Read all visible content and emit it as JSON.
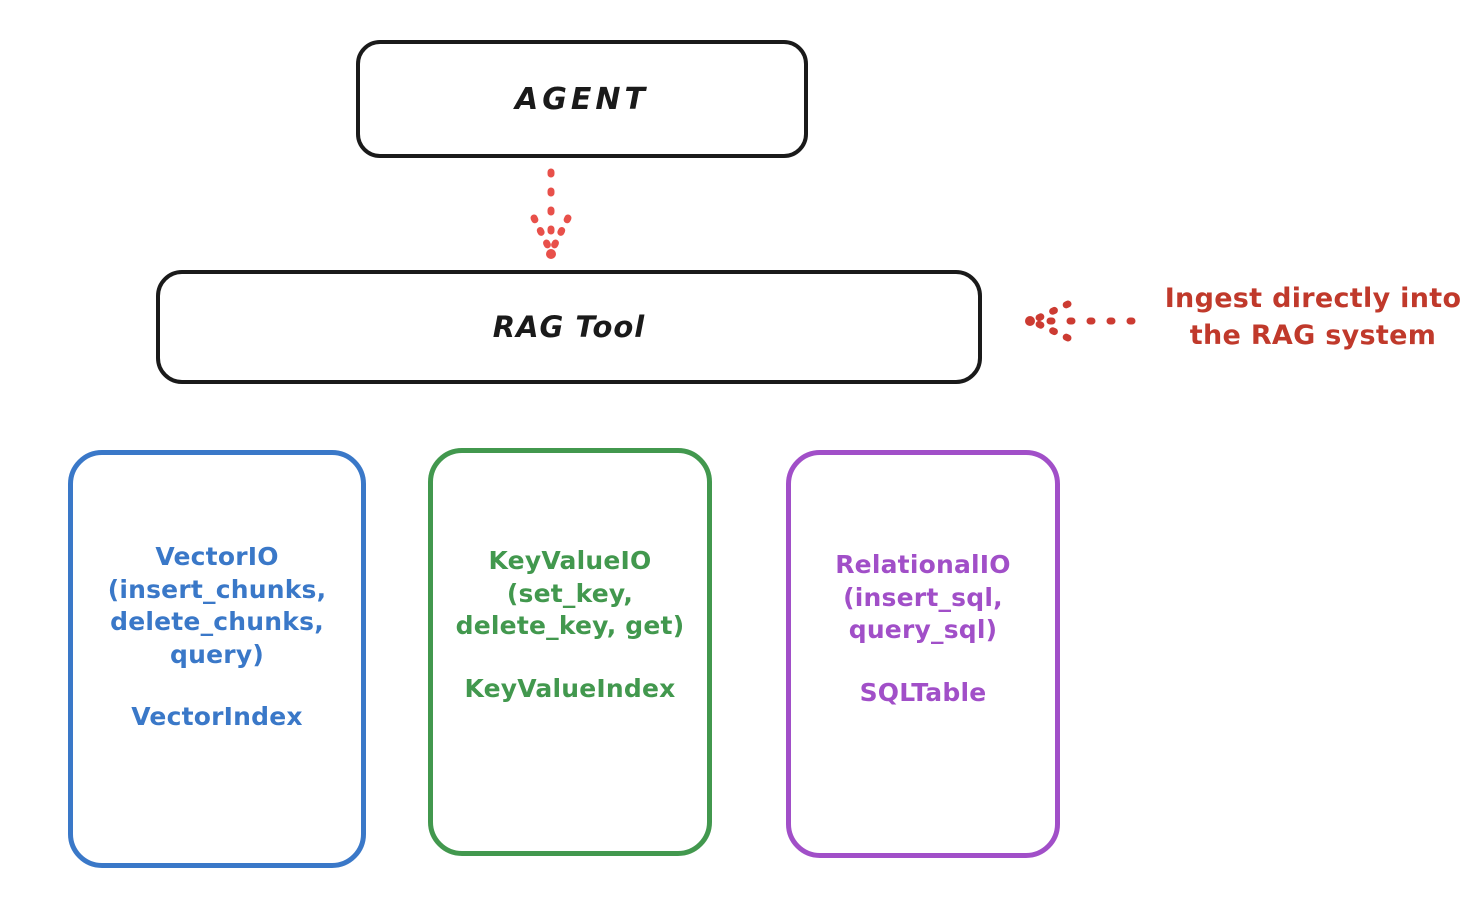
{
  "diagram": {
    "title": "RAG Tool architecture diagram",
    "background_color": "#ffffff",
    "nodes": {
      "agent": {
        "label": "AGENT",
        "stroke_color": "#1a1a1a",
        "text_color": "#1a1a1a"
      },
      "rag_tool": {
        "label": "RAG Tool",
        "stroke_color": "#1a1a1a",
        "text_color": "#1a1a1a"
      },
      "vector_io": {
        "api_label": "VectorIO\n(insert_chunks,\ndelete_chunks,\nquery)",
        "store_label": "VectorIndex",
        "stroke_color": "#3a78c8",
        "text_color": "#3a78c8"
      },
      "key_value_io": {
        "api_label": "KeyValueIO\n(set_key,\ndelete_key, get)",
        "store_label": "KeyValueIndex",
        "stroke_color": "#42984e",
        "text_color": "#42984e"
      },
      "relational_io": {
        "api_label": "RelationalIO\n(insert_sql,\nquery_sql)",
        "store_label": "SQLTable",
        "stroke_color": "#a14fc8",
        "text_color": "#a14fc8"
      }
    },
    "connectors": {
      "agent_to_rag_tool": {
        "style": "dotted-arrow",
        "direction": "down",
        "color": "#e8504a"
      },
      "ingest_pointer": {
        "style": "dotted-arrow",
        "direction": "left",
        "color": "#cc3b32"
      }
    },
    "annotations": {
      "ingest": {
        "text": "Ingest directly into\nthe RAG system",
        "color": "#c0392b"
      }
    }
  }
}
